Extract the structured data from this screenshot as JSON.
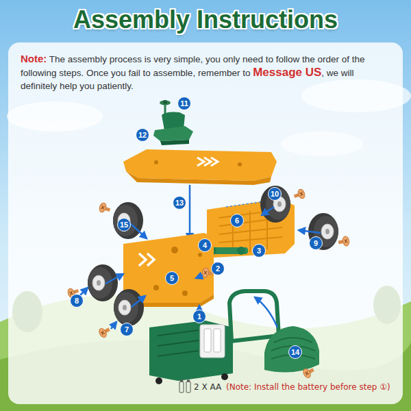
{
  "diagram": {
    "title": "Assembly Instructions",
    "nodes": [
      {
        "text": [
          "Note:",
          "The assembly process is very simple, you only need to follow the order of the following steps. Once you fail to assemble, remember to",
          "Message US",
          ", we will definitely help you patiently."
        ]
      }
    ],
    "labels": [
      "1",
      "2",
      "3",
      "4",
      "5",
      "6",
      "7",
      "8",
      "9",
      "10",
      "11",
      "12",
      "13",
      "14",
      "15",
      "2 X AA",
      "(Note: Install the battery before step ①)"
    ]
  }
}
